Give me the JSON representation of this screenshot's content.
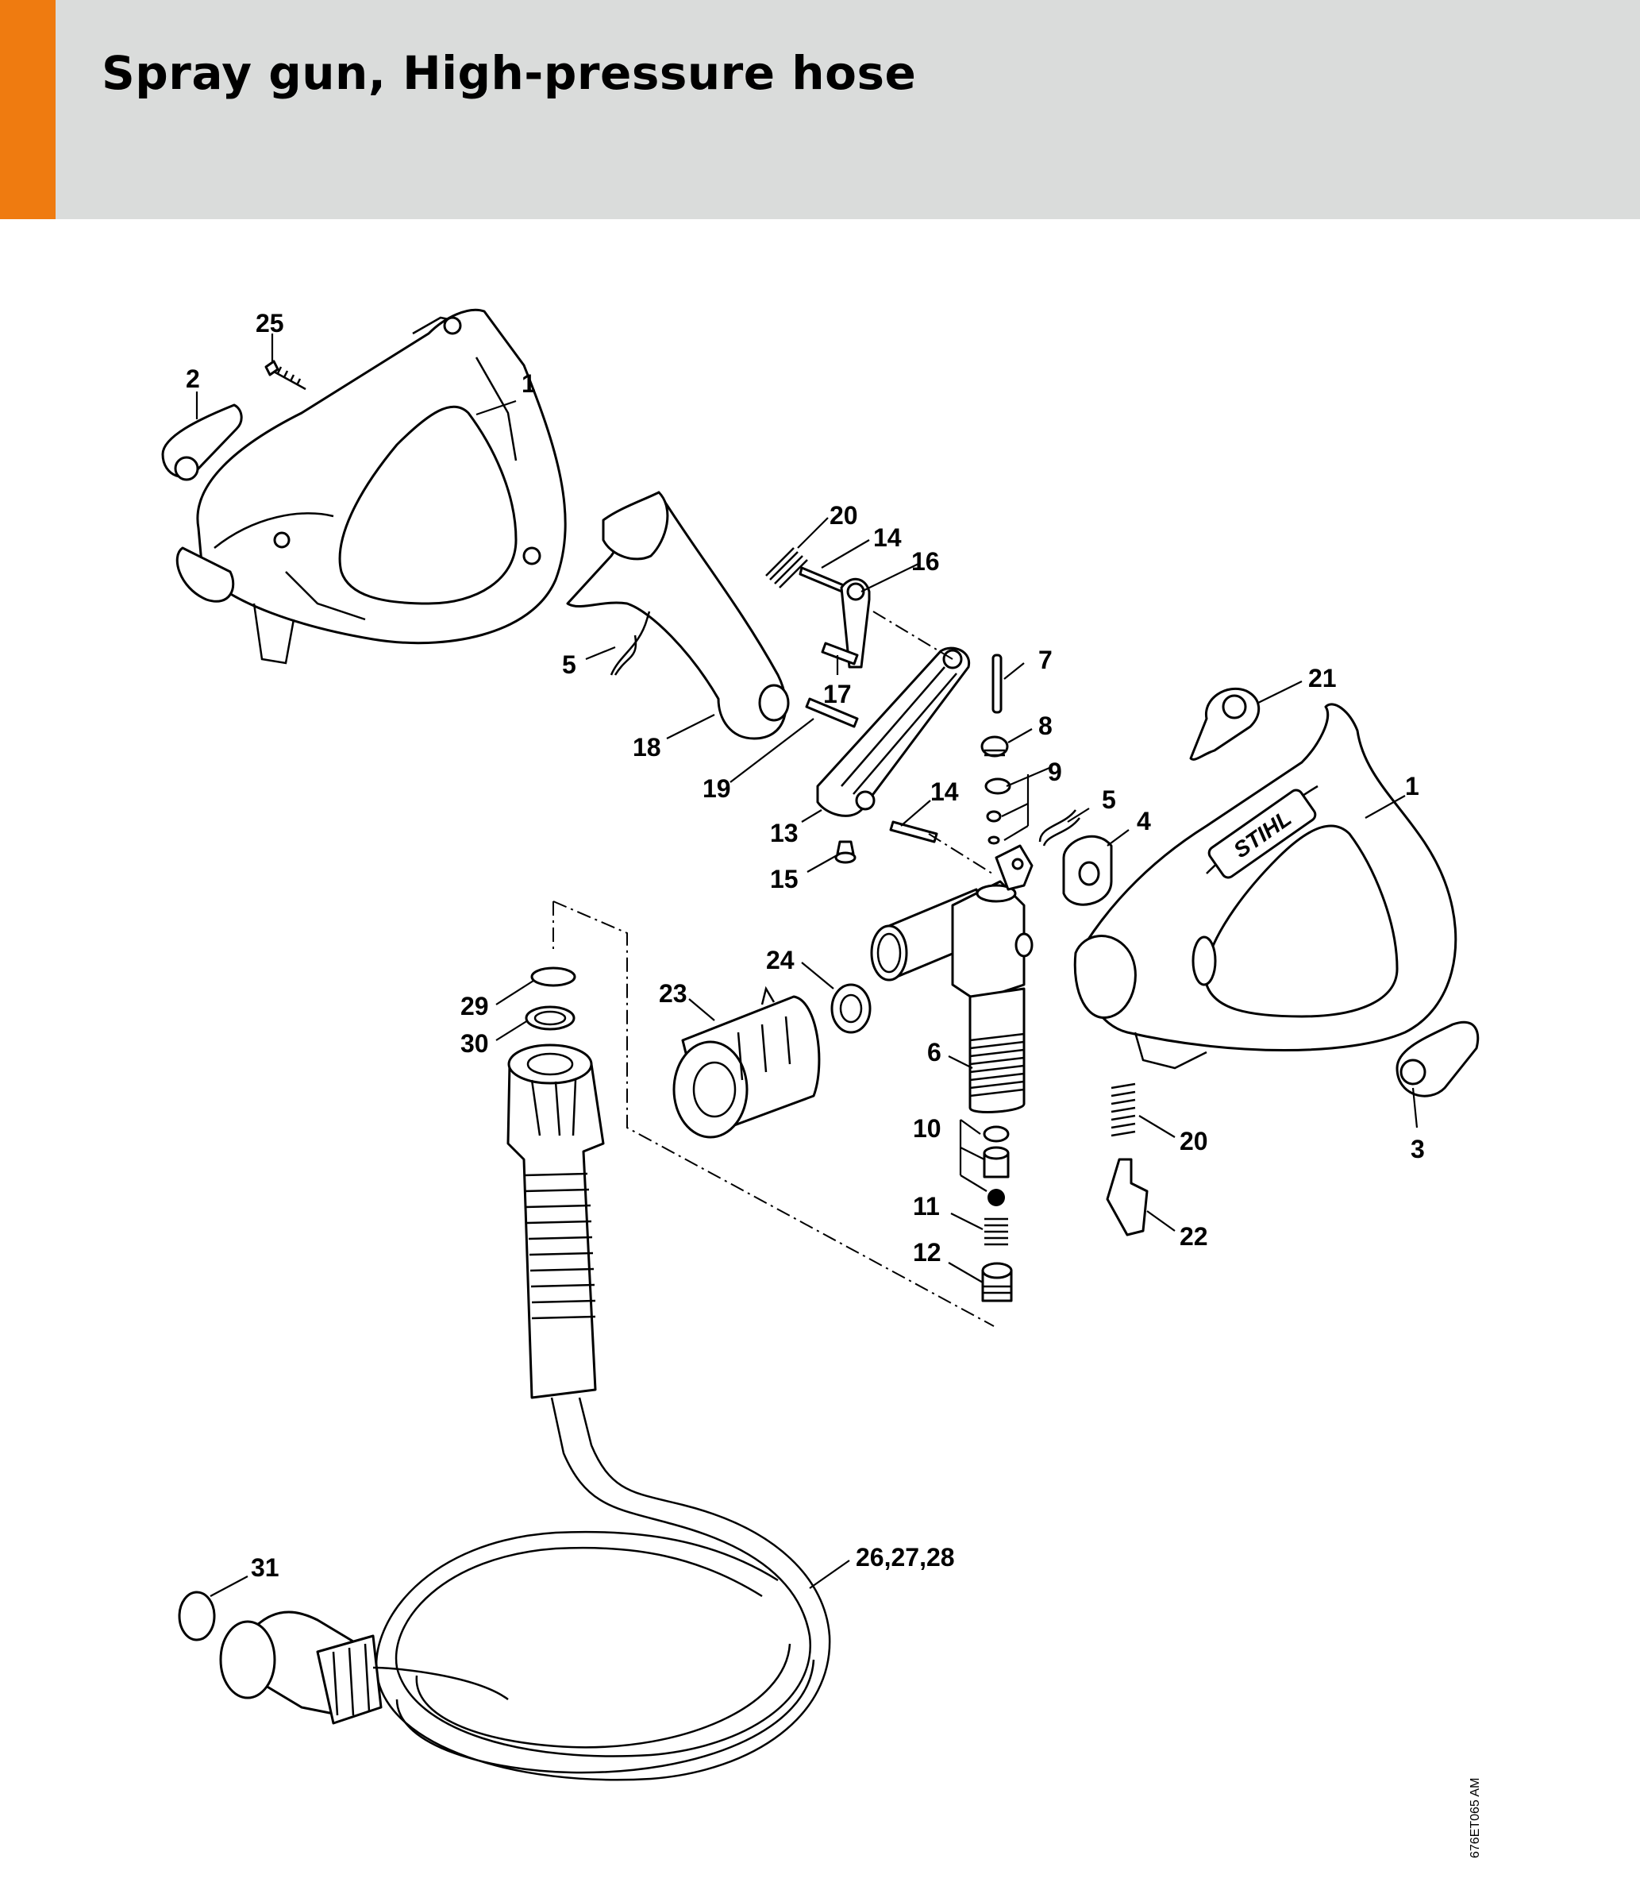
{
  "header": {
    "title": "Spray gun, High-pressure hose",
    "accent_color": "#ef7b10",
    "background_color": "#dadcdb"
  },
  "callouts": {
    "c1a": "1",
    "c2": "2",
    "c25": "25",
    "c20a": "20",
    "c14a": "14",
    "c16": "16",
    "c5a": "5",
    "c17": "17",
    "c7": "7",
    "c21": "21",
    "c18": "18",
    "c8": "8",
    "c19": "19",
    "c9": "9",
    "c1b": "1",
    "c5b": "5",
    "c14b": "14",
    "c4": "4",
    "c13": "13",
    "c15": "15",
    "c24": "24",
    "c23": "23",
    "c29": "29",
    "c30": "30",
    "c6": "6",
    "c10": "10",
    "c20b": "20",
    "c3": "3",
    "c11": "11",
    "c22": "22",
    "c12": "12",
    "c26_27_28": "26,27,28",
    "c31": "31"
  },
  "handle_logo": "STIHL",
  "figure_code": "676ET065 AM"
}
